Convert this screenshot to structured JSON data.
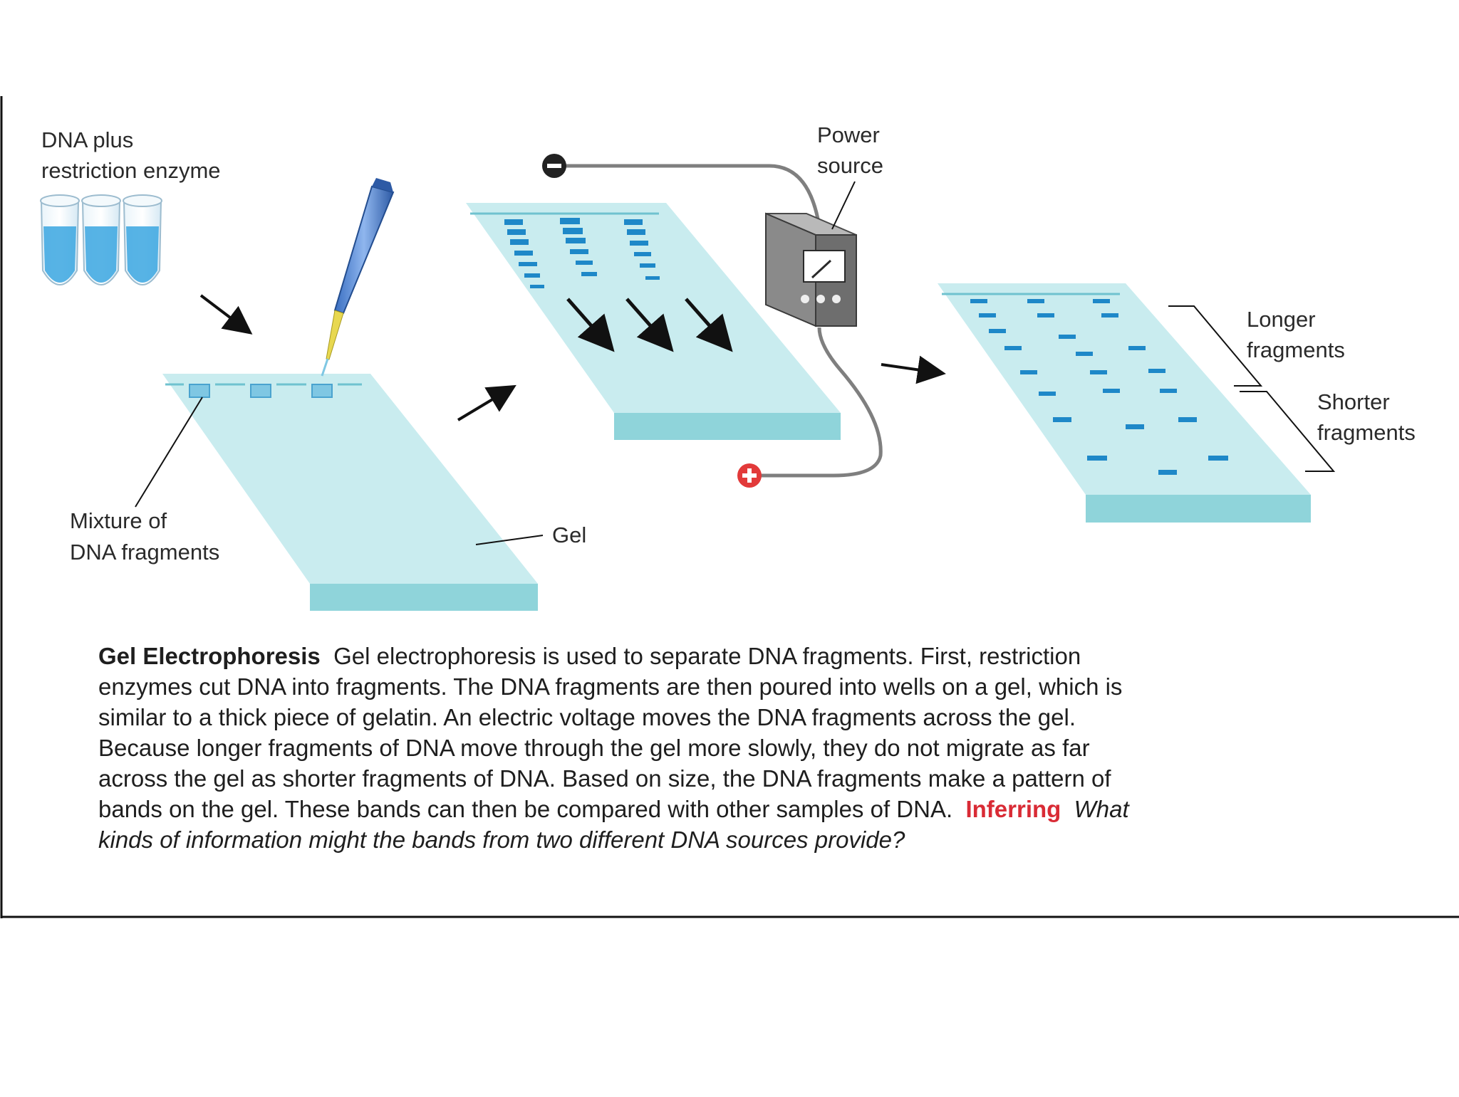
{
  "labels": {
    "dna_plus_line1": "DNA plus",
    "dna_plus_line2": "restriction enzyme",
    "mixture_line1": "Mixture of",
    "mixture_line2": "DNA fragments",
    "gel": "Gel",
    "power_line1": "Power",
    "power_line2": "source",
    "longer_line1": "Longer",
    "longer_line2": "fragments",
    "shorter_line1": "Shorter",
    "shorter_line2": "fragments"
  },
  "caption": {
    "title": "Gel Electrophoresis",
    "body": "Gel electrophoresis is used to separate DNA fragments. First, restriction enzymes cut DNA into fragments. The DNA fragments are then poured into wells on a gel, which is similar to a thick piece of gelatin. An electric voltage moves the DNA fragments across the gel. Because longer fragments of DNA move through the gel more slowly, they do not migrate as far across the gel as shorter fragments of DNA. Based on size, the DNA fragments make a pattern of bands on the gel. These bands can then be compared with other samples of DNA.",
    "inferring": "Inferring",
    "question": "What kinds of information might the bands from two different DNA sources provide?"
  },
  "colors": {
    "gel_top": "#c9ecef",
    "gel_side": "#8fd4da",
    "band": "#1e88c8",
    "tube_liquid": "#3aa6e0",
    "negative_terminal": "#222222",
    "positive_terminal": "#e23a3a",
    "inferring_text": "#d92b35"
  }
}
